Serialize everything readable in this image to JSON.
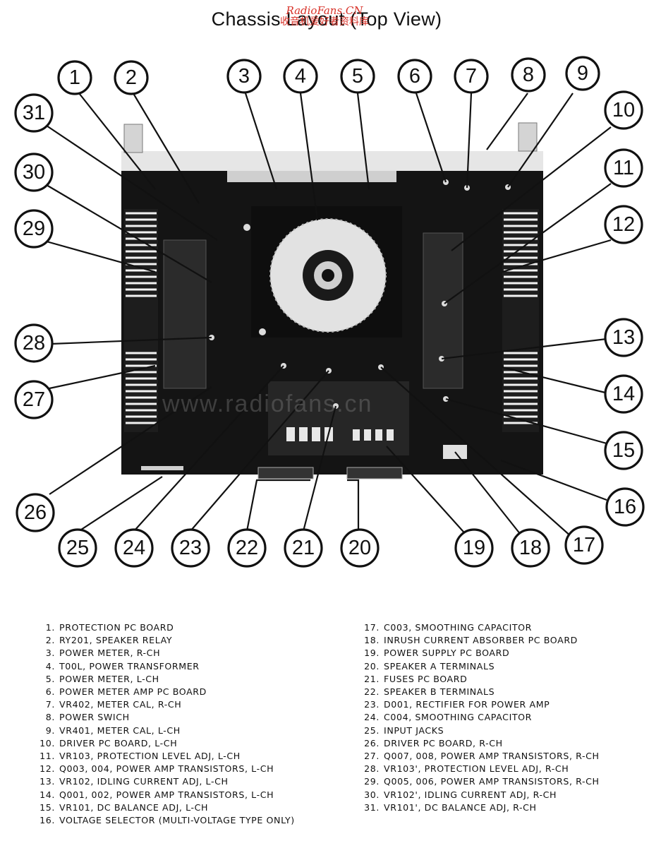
{
  "title": "Chassis Layout (Top View)",
  "watermark": {
    "site_name": "RadioFans.CN",
    "site_tagline": "收音机爱好者资料库",
    "center_text": "www.radiofans.cn"
  },
  "legend": [
    {
      "num": "1.",
      "text": "PROTECTION PC BOARD"
    },
    {
      "num": "2.",
      "text": "RY201, SPEAKER RELAY"
    },
    {
      "num": "3.",
      "text": "POWER METER, R-CH"
    },
    {
      "num": "4.",
      "text": "T00L, POWER TRANSFORMER"
    },
    {
      "num": "5.",
      "text": "POWER METER, L-CH"
    },
    {
      "num": "6.",
      "text": "POWER METER AMP PC BOARD"
    },
    {
      "num": "7.",
      "text": "VR402, METER CAL, R-CH"
    },
    {
      "num": "8.",
      "text": "POWER SWICH"
    },
    {
      "num": "9.",
      "text": "VR401, METER CAL, L-CH"
    },
    {
      "num": "10.",
      "text": "DRIVER PC BOARD, L-CH"
    },
    {
      "num": "11.",
      "text": "VR103, PROTECTION LEVEL ADJ, L-CH"
    },
    {
      "num": "12.",
      "text": "Q003, 004, POWER AMP TRANSISTORS, L-CH"
    },
    {
      "num": "13.",
      "text": "VR102, IDLING CURRENT ADJ, L-CH"
    },
    {
      "num": "14.",
      "text": "Q001, 002, POWER AMP TRANSISTORS, L-CH"
    },
    {
      "num": "15.",
      "text": "VR101, DC BALANCE ADJ, L-CH"
    },
    {
      "num": "16.",
      "text": "VOLTAGE SELECTOR (MULTI-VOLTAGE TYPE ONLY)"
    },
    {
      "num": "17.",
      "text": "C003, SMOOTHING CAPACITOR"
    },
    {
      "num": "18.",
      "text": "INRUSH CURRENT ABSORBER PC BOARD"
    },
    {
      "num": "19.",
      "text": "POWER SUPPLY PC BOARD"
    },
    {
      "num": "20.",
      "text": "SPEAKER A TERMINALS"
    },
    {
      "num": "21.",
      "text": "FUSES PC BOARD"
    },
    {
      "num": "22.",
      "text": "SPEAKER B TERMINALS"
    },
    {
      "num": "23.",
      "text": "D001, RECTIFIER FOR POWER AMP"
    },
    {
      "num": "24.",
      "text": "C004, SMOOTHING CAPACITOR"
    },
    {
      "num": "25.",
      "text": "INPUT JACKS"
    },
    {
      "num": "26.",
      "text": "DRIVER PC BOARD, R-CH"
    },
    {
      "num": "27.",
      "text": "Q007, 008, POWER AMP TRANSISTORS, R-CH"
    },
    {
      "num": "28.",
      "text": "VR103', PROTECTION LEVEL ADJ, R-CH"
    },
    {
      "num": "29.",
      "text": "Q005, 006, POWER AMP TRANSISTORS,  R-CH"
    },
    {
      "num": "30.",
      "text": "VR102', IDLING CURRENT ADJ, R-CH"
    },
    {
      "num": "31.",
      "text": "VR101', DC BALANCE ADJ, R-CH"
    }
  ],
  "callouts": [
    "1",
    "2",
    "3",
    "4",
    "5",
    "6",
    "7",
    "8",
    "9",
    "10",
    "11",
    "12",
    "13",
    "14",
    "15",
    "16",
    "17",
    "18",
    "19",
    "20",
    "21",
    "22",
    "23",
    "24",
    "25",
    "26",
    "27",
    "28",
    "29",
    "30",
    "31"
  ]
}
